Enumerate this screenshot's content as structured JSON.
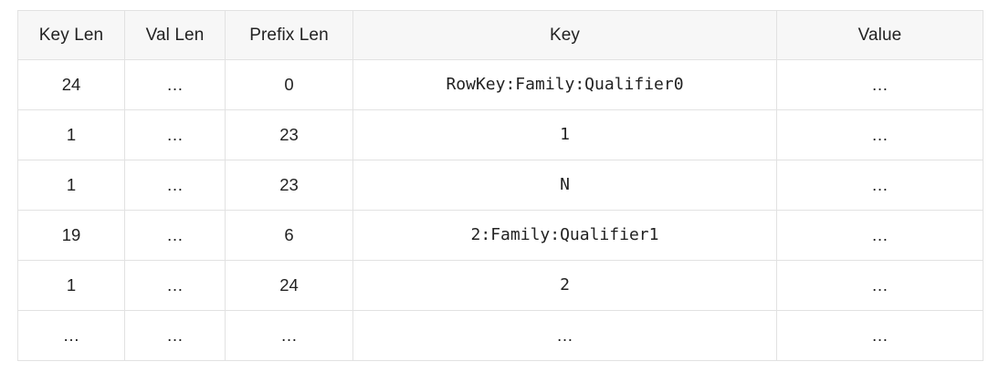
{
  "table": {
    "columns": [
      {
        "key": "key_len",
        "label": "Key Len"
      },
      {
        "key": "val_len",
        "label": "Val Len"
      },
      {
        "key": "prefix_len",
        "label": "Prefix Len"
      },
      {
        "key": "key",
        "label": "Key"
      },
      {
        "key": "value",
        "label": "Value"
      }
    ],
    "rows": [
      {
        "key_len": "24",
        "val_len": "…",
        "prefix_len": "0",
        "key": "RowKey:Family:Qualifier0",
        "value": "…"
      },
      {
        "key_len": "1",
        "val_len": "…",
        "prefix_len": "23",
        "key": "1",
        "value": "…"
      },
      {
        "key_len": "1",
        "val_len": "…",
        "prefix_len": "23",
        "key": "N",
        "value": "…"
      },
      {
        "key_len": "19",
        "val_len": "…",
        "prefix_len": "6",
        "key": "2:Family:Qualifier1",
        "value": "…"
      },
      {
        "key_len": "1",
        "val_len": "…",
        "prefix_len": "24",
        "key": "2",
        "value": "…"
      },
      {
        "key_len": "…",
        "val_len": "…",
        "prefix_len": "…",
        "key": "…",
        "value": "…"
      }
    ]
  },
  "colors": {
    "header_background": "#f7f7f7",
    "cell_background": "#ffffff",
    "border": "#e2e2e2",
    "text": "#222222",
    "page_background": "#ffffff"
  }
}
